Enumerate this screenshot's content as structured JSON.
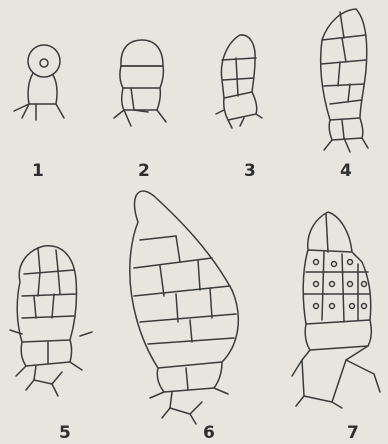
{
  "figure_labels": [
    "1",
    "2",
    "3",
    "4",
    "5",
    "6",
    "7"
  ]
}
